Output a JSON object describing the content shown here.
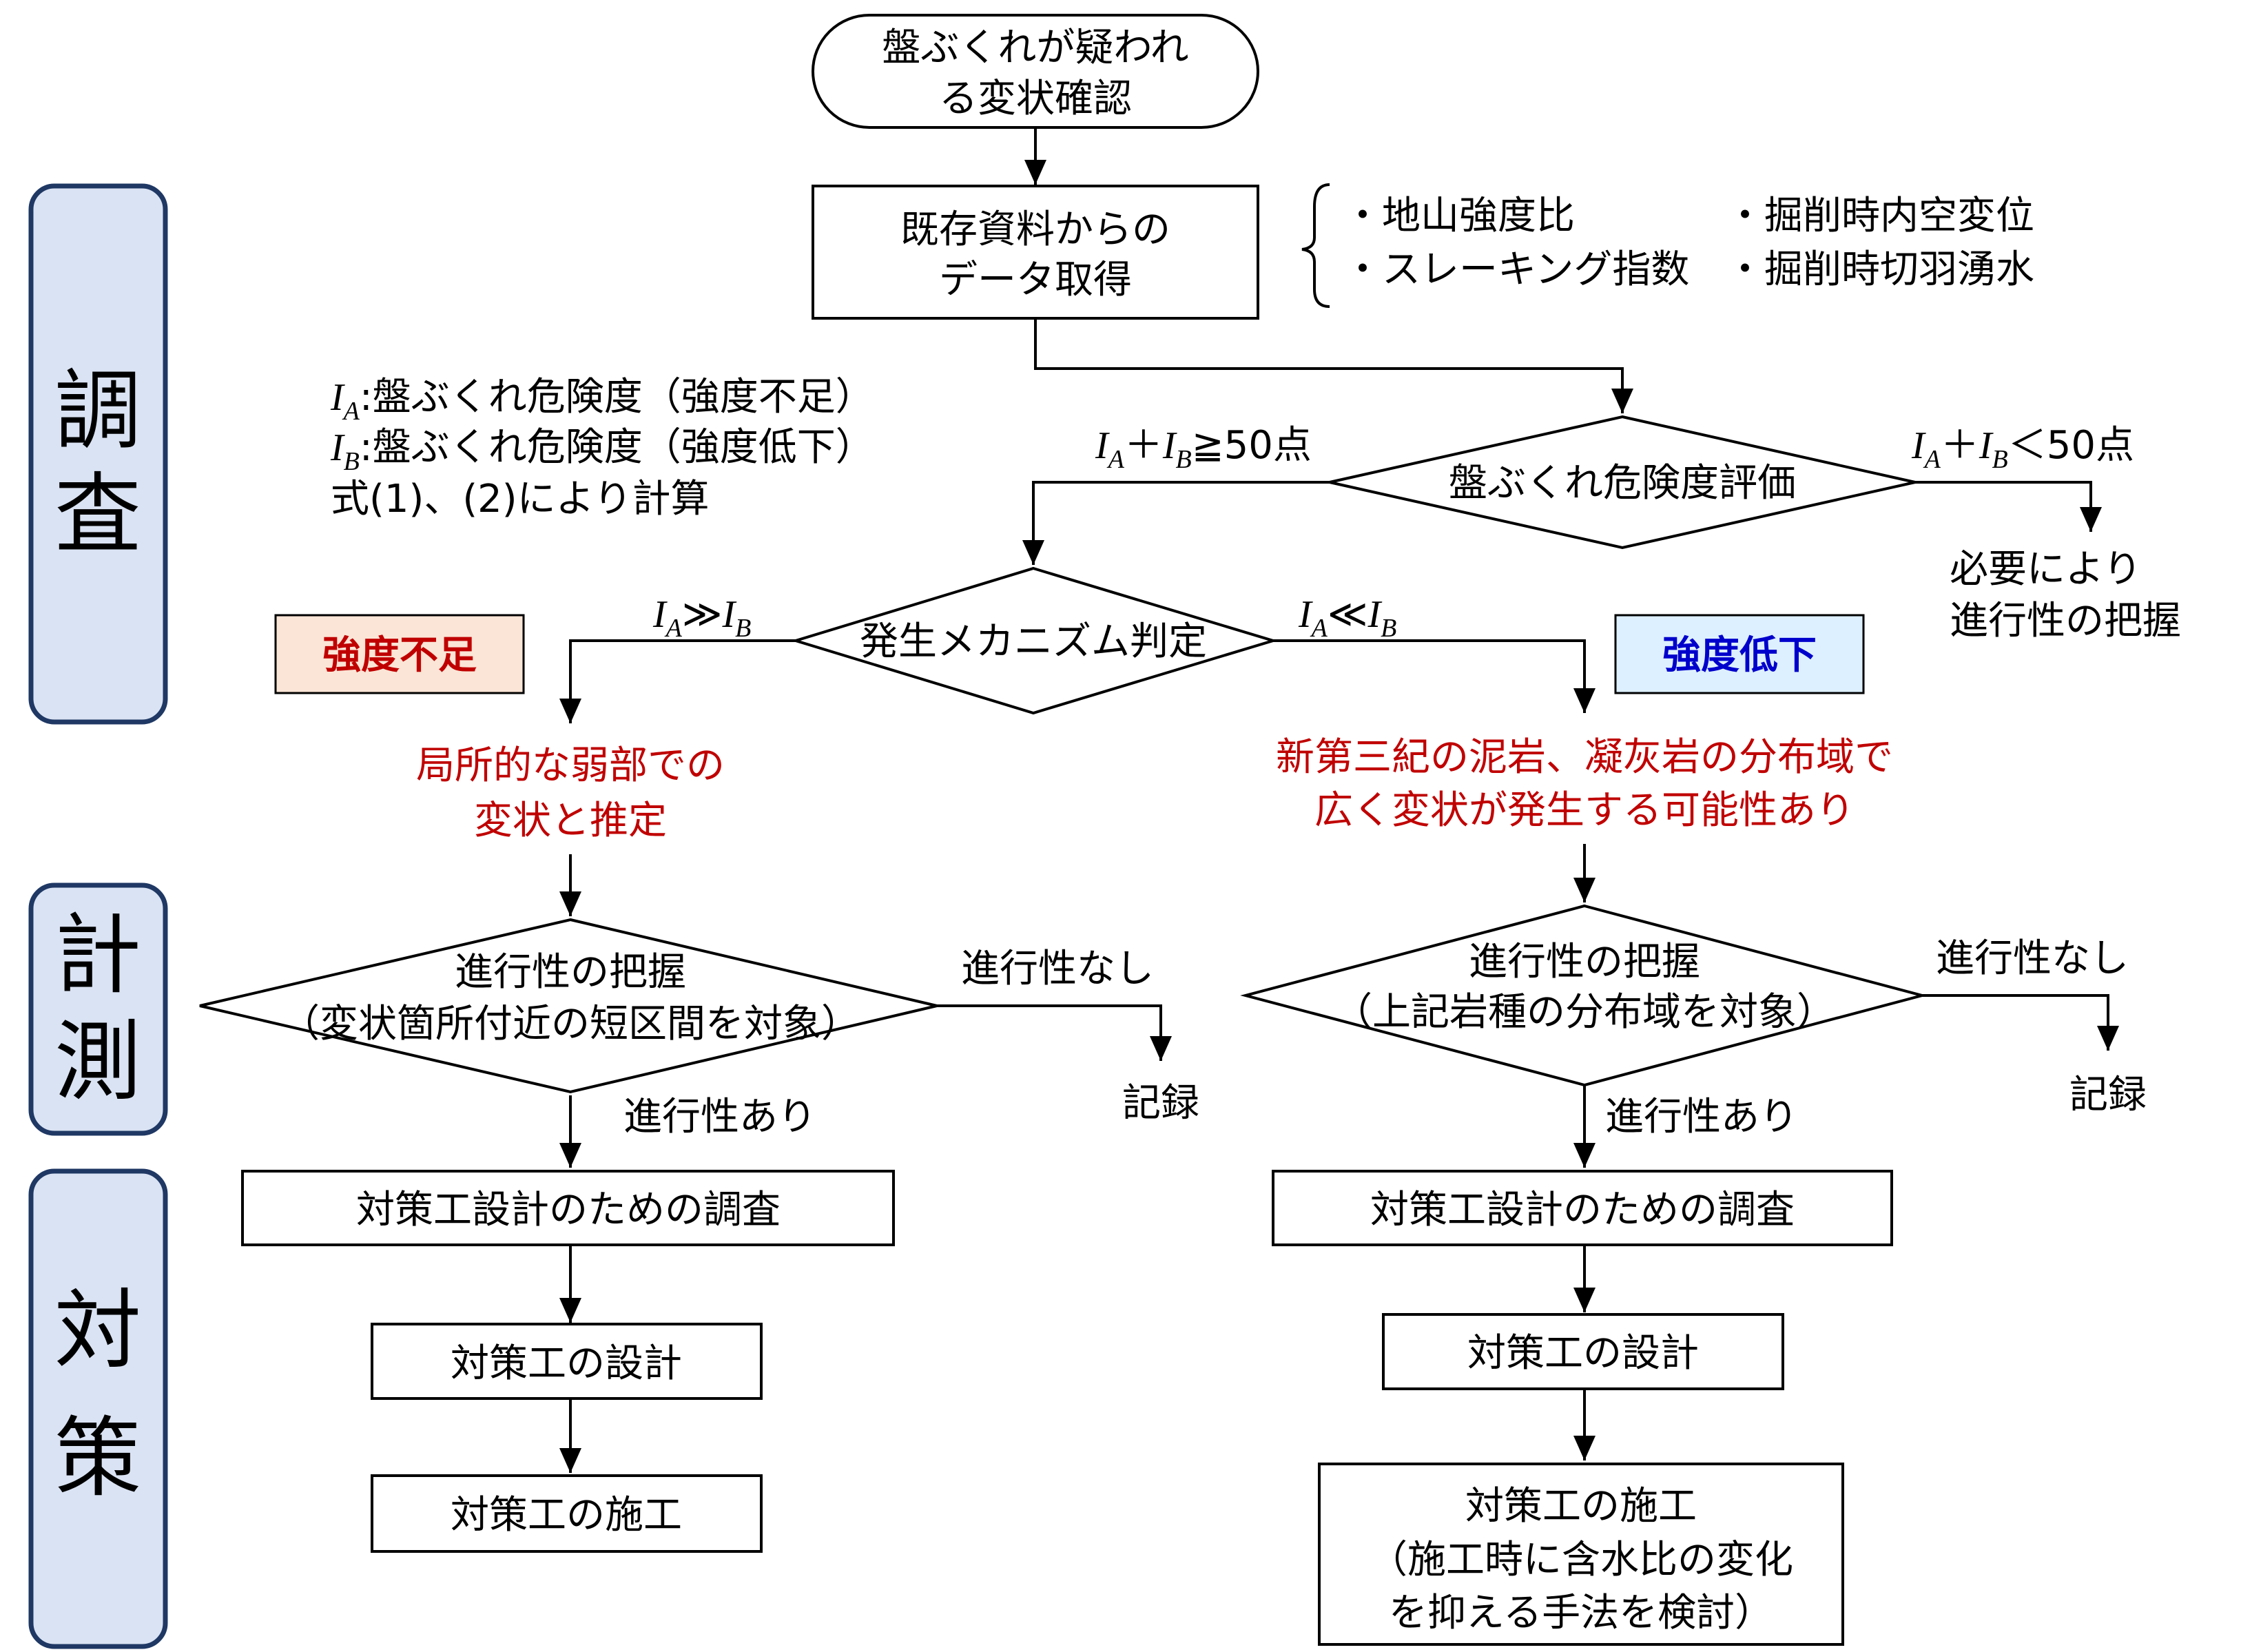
{
  "sections": {
    "survey": [
      "調",
      "査"
    ],
    "measure": [
      "計",
      "測"
    ],
    "counter": [
      "対",
      "策"
    ]
  },
  "start": [
    "盤ぶくれが疑われ",
    "る変状確認"
  ],
  "data_acq": [
    "既存資料からの",
    "データ取得"
  ],
  "data_items": [
    "・地山強度比",
    "・掘削時内空変位",
    "・スレーキング指数",
    "・掘削時切羽湧水"
  ],
  "legend": {
    "ia": {
      "sym": "I",
      "sub": "A",
      "text": ":盤ぶくれ危険度（強度不足）"
    },
    "ib": {
      "sym": "I",
      "sub": "B",
      "text": ":盤ぶくれ危険度（強度低下）"
    },
    "formula": "式(1)、(2)により計算"
  },
  "risk_eval": "盤ぶくれ危険度評価",
  "cond_ge": {
    "a": "I",
    "a_sub": "A",
    "plus": "＋",
    "b": "I",
    "b_sub": "B",
    "rel": "≧50点"
  },
  "cond_lt": {
    "a": "I",
    "a_sub": "A",
    "plus": "＋",
    "b": "I",
    "b_sub": "B",
    "rel": "＜50点"
  },
  "as_needed": [
    "必要により",
    "進行性の把握"
  ],
  "mechanism": "発生メカニズム判定",
  "cond_left": {
    "a": "I",
    "a_sub": "A",
    "rel": "≫",
    "b": "I",
    "b_sub": "B"
  },
  "cond_right": {
    "a": "I",
    "a_sub": "A",
    "rel": "≪",
    "b": "I",
    "b_sub": "B"
  },
  "badge_left": {
    "label": "強度不足",
    "bg": "#fbe5d6",
    "color": "#c00000"
  },
  "badge_right": {
    "label": "強度低下",
    "bg": "#ddf0ff",
    "color": "#0000cc"
  },
  "left": {
    "estimate": [
      "局所的な弱部での",
      "変状と推定"
    ],
    "progress": [
      "進行性の把握",
      "（変状箇所付近の短区間を対象）"
    ],
    "no_progress": "進行性なし",
    "record": "記録",
    "has_progress": "進行性あり",
    "survey": "対策工設計のための調査",
    "design": "対策工の設計",
    "construction": [
      "対策工の施工"
    ]
  },
  "right": {
    "estimate": [
      "新第三紀の泥岩、凝灰岩の分布域で",
      "広く変状が発生する可能性あり"
    ],
    "progress": [
      "進行性の把握",
      "（上記岩種の分布域を対象）"
    ],
    "no_progress": "進行性なし",
    "record": "記録",
    "has_progress": "進行性あり",
    "survey": "対策工設計のための調査",
    "design": "対策工の設計",
    "construction": [
      "対策工の施工",
      "（施工時に含水比の変化",
      "を抑える手法を検討）"
    ]
  },
  "colors": {
    "section_fill": "#dae3f3",
    "section_stroke": "#1f3864",
    "red": "#c00000",
    "blue": "#0000cc"
  }
}
